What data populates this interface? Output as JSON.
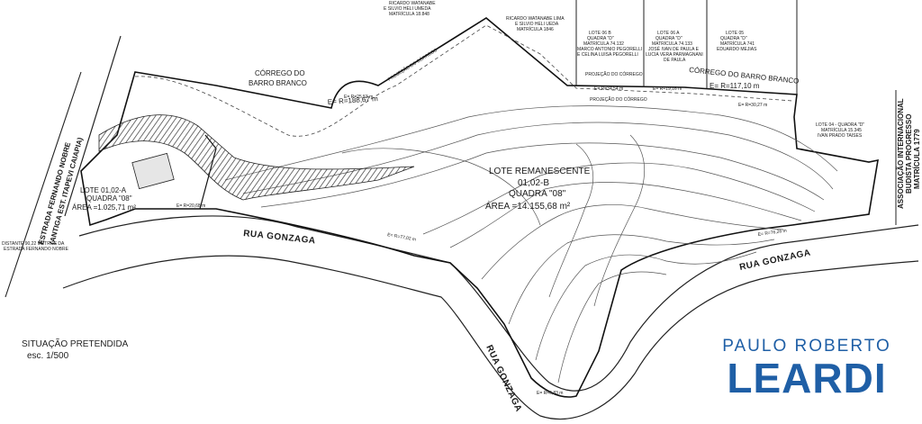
{
  "map": {
    "stream_label_1": "CÓRREGO DO",
    "stream_label_2": "BARRO BRANCO",
    "stream_label_right": "CÓRREGO DO BARRO BRANCO",
    "lot_main": {
      "line1": "LOTE REMANESCENTE",
      "line2": "01,02-B",
      "line3": "QUADRA \"08\"",
      "line4": "ÁREA =14.155,68 m²"
    },
    "lot_small": {
      "line1": "LOTE 01,02-A",
      "line2": "QUADRA \"08\"",
      "line3": "ÁREA =1.025,71 m²"
    },
    "road_left_1": "ESTRADA FERNANDO NOBRE",
    "road_left_2": "(ANTIGA EST. ITAPEVI CAIAPIA)",
    "association_1": "ASSOCIAÇÃO INTERNACIONAL",
    "association_2": "BUDISTA PROGRESSO",
    "association_3": "MATRÍCULA 1779",
    "rua_gonzaga": "RUA GONZAGA",
    "distance_note_1": "DISTANTE 90,22 METROS DA",
    "distance_note_2": "ESTRADA FERNANDO NOBRE",
    "curve_e1": "E= R=188,67 m",
    "curve_e2": "E= R=117,10 m",
    "curve_e3": "E= R=20,68 m",
    "curve_e4": "E= R=77,02 m",
    "curve_e5": "E= R=76,26 m",
    "curve_e6": "E= R=6,83 m",
    "curve_e7": "E= R=25,53 m",
    "curve_e8": "E= R=34,54 m",
    "curve_e9": "E= R=19,16 m",
    "curve_e10": "E= R=30,27 m",
    "stream_projection": "PROJEÇÃO DO CÓRREGO",
    "owner_top_1": "RICARDO WATANABE",
    "owner_top_2": "E SILVIO HELI UMEDA",
    "owner_top_3": "MATRÍCULA 18.848",
    "owner_mid_1": "RICARDO WATANABE LIMA",
    "owner_mid_2": "E SILVIO HELI UEDA",
    "owner_mid_3": "MATRÍCULA 1846",
    "lot_d1_1": "LOTE 06 B",
    "lot_d1_2": "QUADRA \"D\"",
    "lot_d1_3": "MATRÍCULA 74.132",
    "lot_d1_4": "MARCO ANTONIO PEGORELLI",
    "lot_d1_5": "E CELINA LUISA PEGORELLI",
    "lot_d2_1": "LOTE 06 A",
    "lot_d2_2": "QUADRA \"D\"",
    "lot_d2_3": "MATRÍCULA 74.133",
    "lot_d2_4": "JOSÉ IVAN DE PAULA E",
    "lot_d2_5": "LUCIA VERA PARMAGNANI",
    "lot_d2_6": "DE PAULA",
    "lot_d3_1": "LOTE 05",
    "lot_d3_2": "QUADRA \"D\"",
    "lot_d3_3": "MATRÍCULA 741",
    "lot_d3_4": "EDUARDO MEJIAS",
    "lot_d4_1": "LOTE 04 - QUADRA \"D\"",
    "lot_d4_2": "MATRÍCULA 15.345",
    "lot_d4_3": "IVAN PRADO TAISES"
  },
  "situation": {
    "title": "SITUAÇÃO PRETENDIDA",
    "scale": "esc. 1/500"
  },
  "brand": {
    "top": "PAULO ROBERTO",
    "name": "LEARDI",
    "color": "#1f5fa6"
  }
}
